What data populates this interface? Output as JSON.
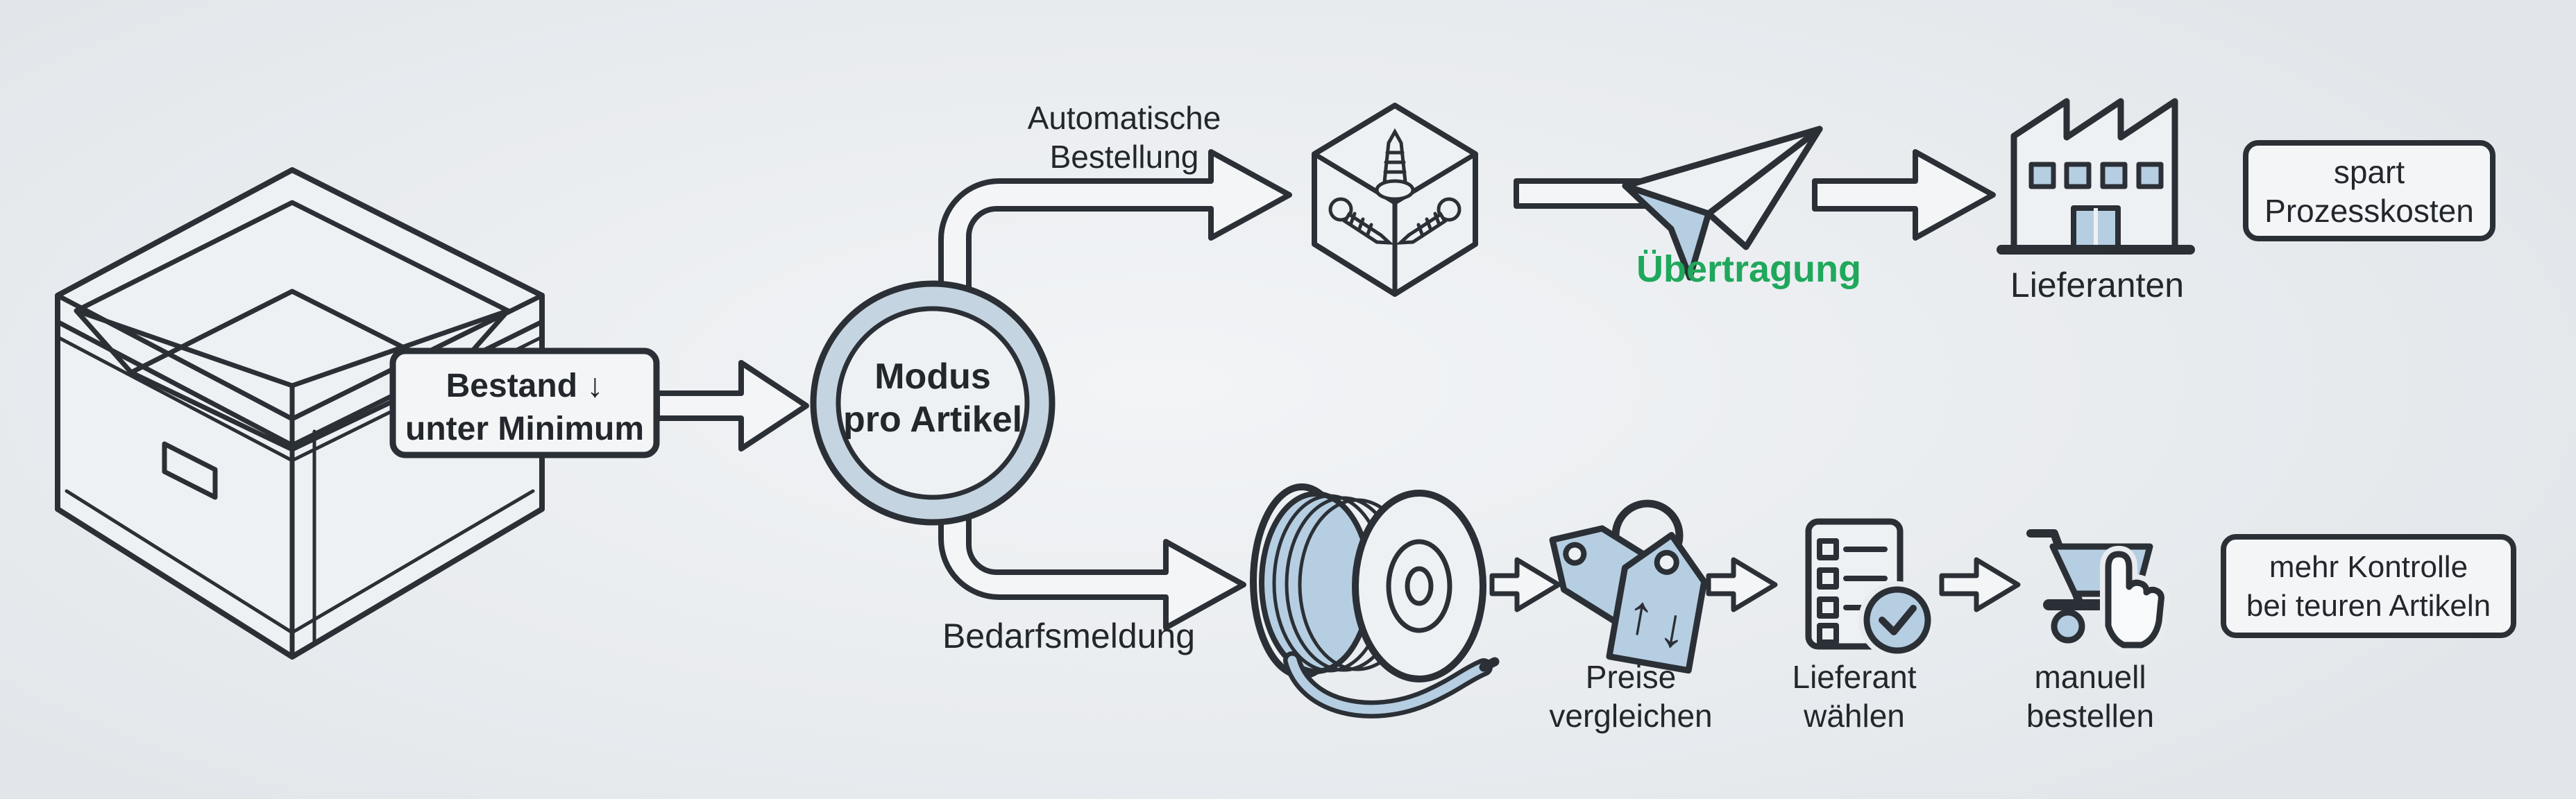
{
  "meta": {
    "title_hidden_note": "process diagram, German, re-order workflow"
  },
  "colors": {
    "bg": "#e9ecef",
    "ink": "#2b3036",
    "text": "#23272c",
    "blue": "#b6cee2",
    "ringblue": "#c4d4e0",
    "green": "#1fa85c",
    "panel": "#f3f5f7"
  },
  "labels": {
    "trigger": {
      "line1": "Bestand ↓",
      "line2": "unter Minimum"
    },
    "decision": {
      "line1": "Modus",
      "line2": "pro Artikel"
    },
    "auto": {
      "line1": "Automatische",
      "line2": "Bestellung"
    },
    "transfer": {
      "text": "Übertragung"
    },
    "suppliers": {
      "text": "Lieferanten"
    },
    "benefit_auto": {
      "line1": "spart",
      "line2": "Prozesskosten"
    },
    "manual": {
      "text": "Bedarfsmeldung"
    },
    "compare": {
      "line1": "Preise",
      "line2": "vergleichen"
    },
    "choose": {
      "line1": "Lieferant",
      "line2": "wählen"
    },
    "order": {
      "line1": "manuell",
      "line2": "bestellen"
    },
    "benefit_manual": {
      "line1": "mehr Kontrolle",
      "line2": "bei teuren Artikeln"
    }
  },
  "glyphs": {
    "tag_up": "↑",
    "tag_down": "↓"
  },
  "icons": [
    "storage-crate-icon",
    "screw-box-icon",
    "paper-plane-icon",
    "factory-icon",
    "wire-spool-icon",
    "price-tags-icon",
    "checklist-check-icon",
    "cart-click-icon"
  ]
}
